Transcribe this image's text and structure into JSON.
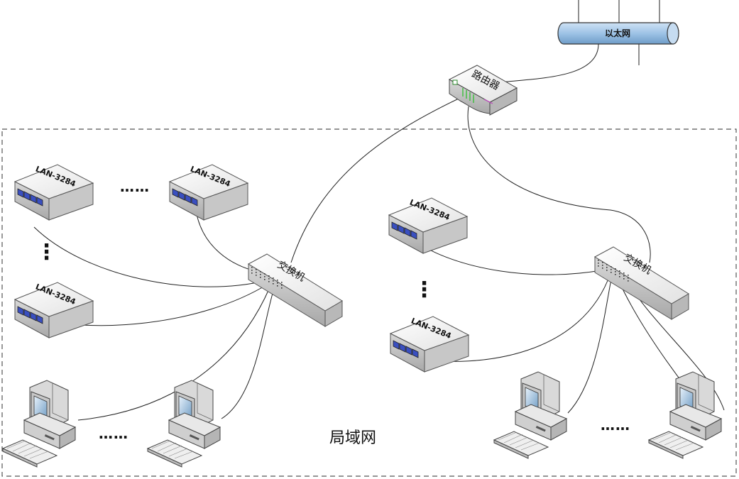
{
  "ethernet": {
    "label": "以太网"
  },
  "router": {
    "label": "路由器"
  },
  "lan_area": {
    "label": "局域网"
  },
  "left_switch": {
    "label": "交换机"
  },
  "right_switch": {
    "label": "交换机"
  },
  "devices": {
    "left_top_1": "LAN-3284",
    "left_top_2": "LAN-3284",
    "left_mid": "LAN-3284",
    "right_top": "LAN-3284",
    "right_bottom": "LAN-3284"
  },
  "ellipsis": {
    "h": "……",
    "v": "⋮"
  },
  "colors": {
    "cylinder": "#9ec3e6",
    "port_blue": "#3a4fc0",
    "border": "#666666"
  }
}
